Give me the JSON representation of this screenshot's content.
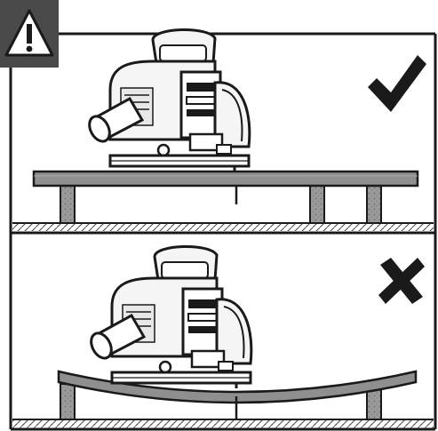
{
  "figure": {
    "warning_icon": "warning-triangle-icon",
    "panels": [
      {
        "id": "correct",
        "status_icon": "check-mark-icon",
        "support": "board-supported-near-cut"
      },
      {
        "id": "incorrect",
        "status_icon": "cross-mark-icon",
        "support": "board-sagging-between-ends"
      }
    ],
    "colors": {
      "ink": "#1a1a1a",
      "warning_box": "#4a4a4a",
      "board": "#8f8f8f",
      "saw_body": "#f5f5f5",
      "shade": "#c8c8c8"
    }
  }
}
